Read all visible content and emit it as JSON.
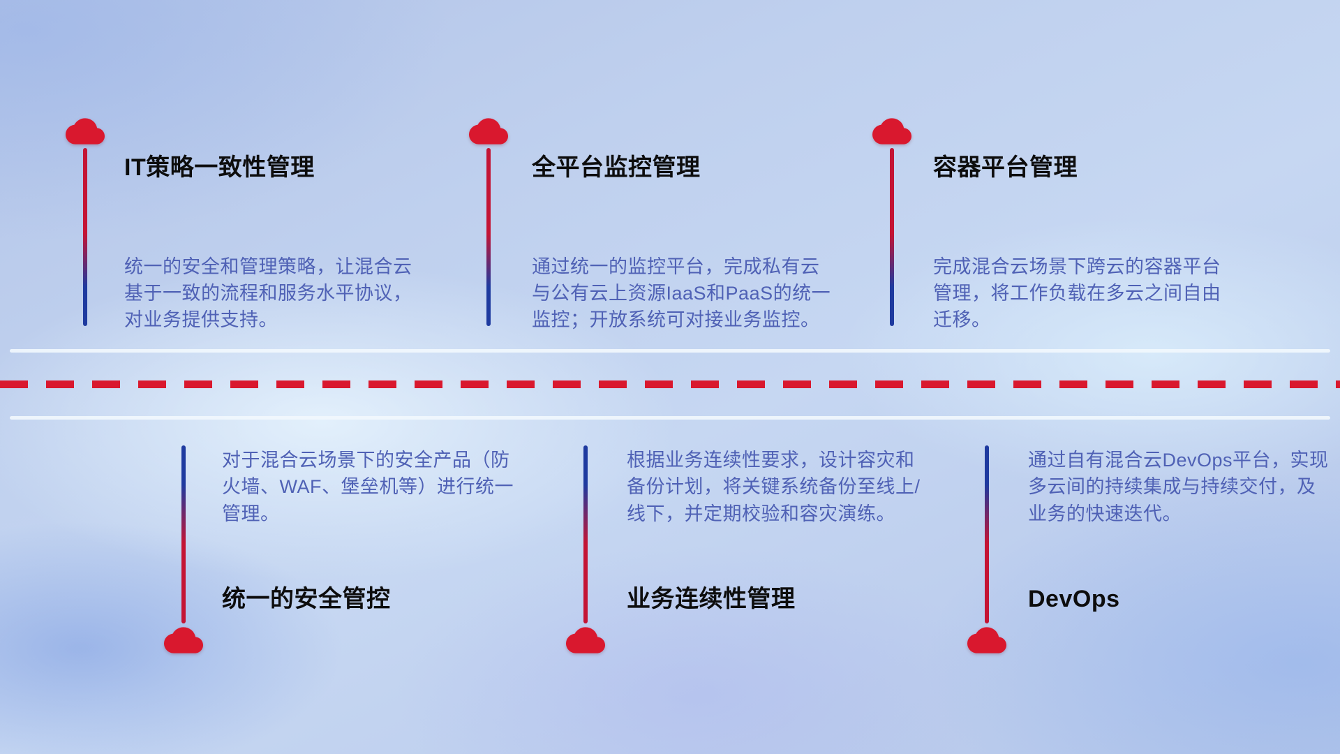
{
  "diagram": {
    "top_items": [
      {
        "title": "IT策略一致性管理",
        "description": "统一的安全和管理策略，让混合云基于一致的流程和服务水平协议，对业务提供支持。"
      },
      {
        "title": "全平台监控管理",
        "description": "通过统一的监控平台，完成私有云与公有云上资源IaaS和PaaS的统一监控；开放系统可对接业务监控。"
      },
      {
        "title": "容器平台管理",
        "description": "完成混合云场景下跨云的容器平台管理，将工作负载在多云之间自由迁移。"
      }
    ],
    "bottom_items": [
      {
        "title": "统一的安全管控",
        "description": "对于混合云场景下的安全产品（防火墙、WAF、堡垒机等）进行统一管理。"
      },
      {
        "title": "业务连续性管理",
        "description": "根据业务连续性要求，设计容灾和备份计划，将关键系统备份至线上/线下，并定期校验和容灾演练。"
      },
      {
        "title": "DevOps",
        "description": "通过自有混合云DevOps平台，实现多云间的持续集成与持续交付，及业务的快速迭代。"
      }
    ]
  },
  "icons": {
    "marker": "cloud-icon"
  },
  "colors": {
    "cloud_red": "#d9182e",
    "stem_red": "#c41434",
    "stem_blue": "#1e3a9f",
    "title_text": "#0d0d0d",
    "description_text": "#4f61b5",
    "dashed_line_red": "#d9182e",
    "solid_line": "#f1f7fd"
  }
}
